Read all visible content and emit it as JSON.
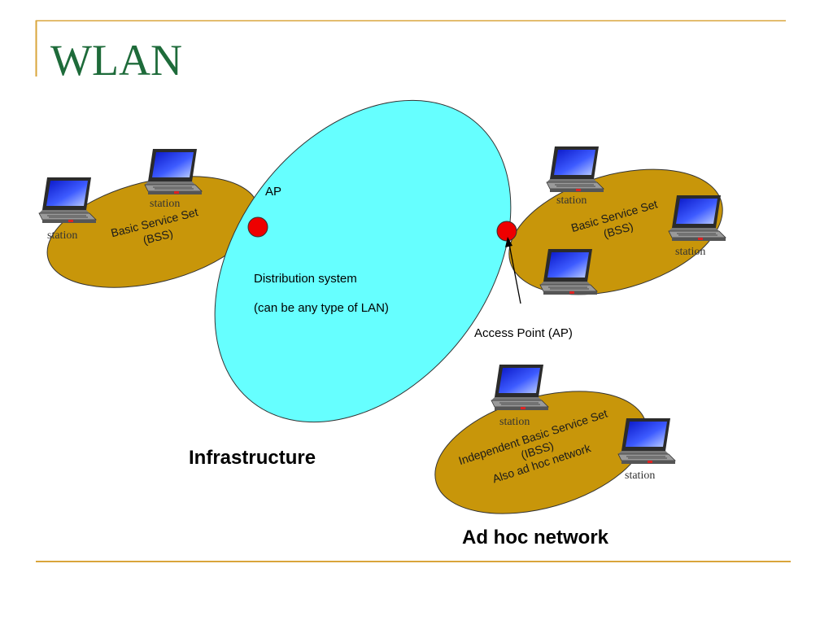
{
  "slide": {
    "title": "WLAN",
    "colors": {
      "title": "#1E6B3A",
      "rule": "#D9A53B",
      "bss_fill": "#C8960A",
      "ds_fill": "#66FFFF",
      "ap_fill": "#EE0000"
    }
  },
  "diagram": {
    "ap_label": "AP",
    "ds_line1": "Distribution system",
    "ds_line2": "(can be any type of LAN)",
    "access_point_label": "Access Point (AP)",
    "left_bss": {
      "line1": "Basic Service Set",
      "line2": "(BSS)",
      "station_top": "station",
      "station_left": "station"
    },
    "right_bss": {
      "line1": "Basic Service Set",
      "line2": "(BSS)",
      "station_top": "station",
      "station_right": "station"
    },
    "ibss": {
      "line1": "Independent Basic Service Set",
      "line2": "(IBSS)",
      "line3": "Also ad hoc network",
      "station_top": "station",
      "station_right": "station"
    },
    "infrastructure_caption": "Infrastructure",
    "adhoc_caption": "Ad hoc network"
  }
}
